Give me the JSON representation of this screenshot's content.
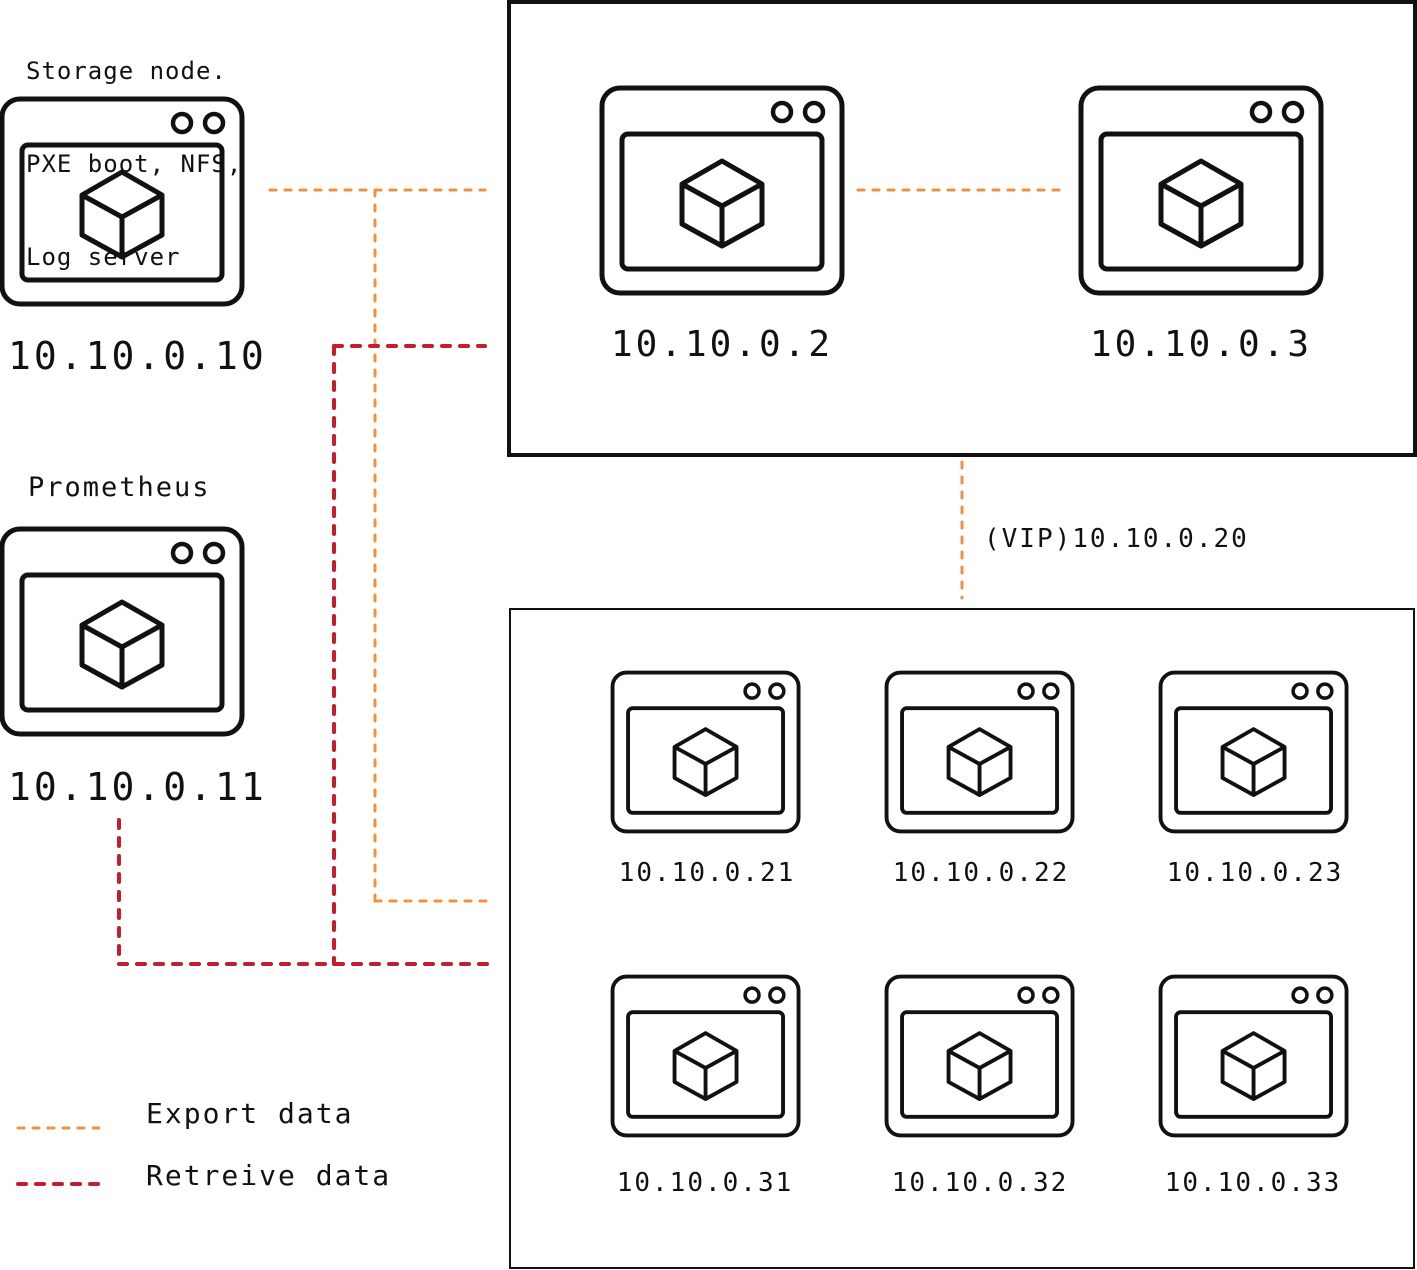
{
  "colors": {
    "export_line": "#f0913f",
    "retrieve_line": "#c41c30",
    "stroke": "#111111",
    "background": "#ffffff"
  },
  "nodes": {
    "storage": {
      "caption": [
        "Storage node.",
        "PXE boot, NFS,",
        "Log server"
      ],
      "ip": "10.10.0.10",
      "icon": "server-window-cube-icon"
    },
    "prometheus": {
      "caption": "Prometheus",
      "ip": "10.10.0.11",
      "icon": "server-window-cube-icon"
    },
    "control_plane": [
      {
        "ip": "10.10.0.2",
        "icon": "server-window-cube-icon"
      },
      {
        "ip": "10.10.0.3",
        "icon": "server-window-cube-icon"
      }
    ],
    "vip": "(VIP)10.10.0.20",
    "workers": [
      {
        "ip": "10.10.0.21",
        "icon": "server-window-cube-icon"
      },
      {
        "ip": "10.10.0.22",
        "icon": "server-window-cube-icon"
      },
      {
        "ip": "10.10.0.23",
        "icon": "server-window-cube-icon"
      },
      {
        "ip": "10.10.0.31",
        "icon": "server-window-cube-icon"
      },
      {
        "ip": "10.10.0.32",
        "icon": "server-window-cube-icon"
      },
      {
        "ip": "10.10.0.33",
        "icon": "server-window-cube-icon"
      }
    ]
  },
  "legend": {
    "export": "Export data",
    "retrieve": "Retreive data"
  }
}
